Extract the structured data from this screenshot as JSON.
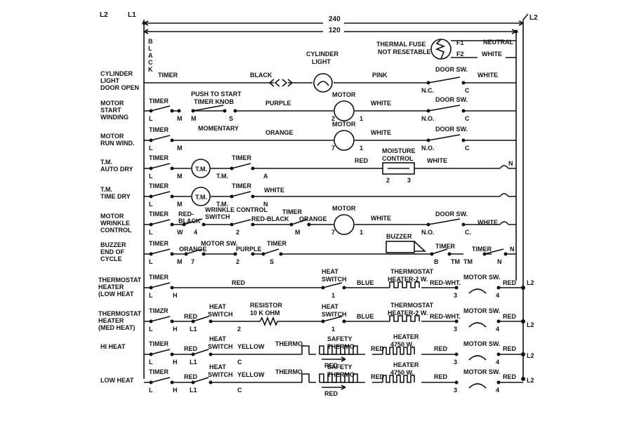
{
  "top": {
    "l2": "L2",
    "l1": "L1",
    "v240": "240",
    "v120": "120",
    "l2_right": "L2",
    "neutral": "NEUTRAL"
  },
  "black_vertical": [
    "B",
    "L",
    "A",
    "C",
    "K"
  ],
  "fuse": {
    "label_line1": "THERMAL FUSE",
    "label_line2": "NOT RESETABLE",
    "f1": "F1",
    "f2": "F2",
    "white": "WHITE"
  },
  "left_labels": [
    [
      "CYLINDER",
      "LIGHT",
      "DOOR OPEN"
    ],
    [
      "MOTOR",
      "START",
      "WINDING"
    ],
    [
      "MOTOR",
      "RUN WIND."
    ],
    [
      "T.M.",
      "AUTO DRY"
    ],
    [
      "T.M.",
      "TIME DRY"
    ],
    [
      "MOTOR",
      "WRINKLE",
      "CONTROL"
    ],
    [
      "BUZZER",
      "END OF",
      "CYCLE"
    ],
    [
      "THERMOSTAT",
      "HEATER",
      "(LOW HEAT"
    ],
    [
      "THERMOSTAT",
      "HEATER",
      "(MED HEAT)"
    ],
    [
      "HI HEAT"
    ],
    [
      "LOW HEAT"
    ]
  ],
  "row1": {
    "timer": "TIMER",
    "black": "BLACK",
    "light": [
      "CYLINDER",
      "LIGHT"
    ],
    "pink": "PINK",
    "door": "DOOR SW.",
    "white": "WHITE",
    "nc": "N.C.",
    "c": "C"
  },
  "row2": {
    "timer": "TIMER",
    "push": [
      "PUSH TO START",
      "TIMER KNOB"
    ],
    "purple": "PURPLE",
    "motor": "MOTOR",
    "white": "WHITE",
    "door": "DOOR SW.",
    "L": "L",
    "M": "M",
    "M2": "M",
    "S": "S",
    "n2": "2",
    "n1": "1",
    "no": "N.O.",
    "c": "C"
  },
  "row3": {
    "timer": "TIMER",
    "mom": "MOMENTARY",
    "orange": "ORANGE",
    "motor": "MOTOR",
    "white": "WHITE",
    "door": "DOOR SW.",
    "L": "L",
    "M": "M",
    "n7": "7",
    "n1": "1",
    "no": "N.O.",
    "c": "C"
  },
  "row4": {
    "timer": "TIMER",
    "timer2": "TIMER",
    "tm": "T.M.",
    "red": "RED",
    "moisture": [
      "MOISTURE",
      "CONTROL"
    ],
    "white": "WHITE",
    "L": "L",
    "M": "M",
    "tm2": "T.M.",
    "A": "A",
    "n2": "2",
    "n3": "3",
    "N": "N"
  },
  "row5": {
    "timer": "TIMER",
    "timer2": "TIMER",
    "tm": "T.M.",
    "white": "WHITE",
    "L": "L",
    "M": "M",
    "tm2": "T.M.",
    "N": "N"
  },
  "row6": {
    "timer": "TIMER",
    "redblack": [
      "RED-",
      "BLACK"
    ],
    "wrinkle": [
      "WRINKLE CONTROL",
      "SWITCH"
    ],
    "timer2": "TIMER",
    "redblack2": "RED-BLACK",
    "orange": "ORANGE",
    "motor": "MOTOR",
    "white": "WHITE",
    "door": "DOOR SW.",
    "white2": "WHITE",
    "L": "L",
    "W": "W",
    "n4": "4",
    "n2": "2",
    "M": "M",
    "n7": "7",
    "n1": "1",
    "no": "N.O.",
    "c": "C."
  },
  "row7": {
    "timer": "TIMER",
    "orange": "ORANGE",
    "motorsw": "MOTOR SW.",
    "purple": "PURPLE",
    "timer2": "TIMER",
    "buzzer": "BUZZER",
    "timer3": "TIMER",
    "timer4": "TIMER",
    "L": "L",
    "M": "M",
    "n7": "7",
    "n2": "2",
    "S": "S",
    "B": "B",
    "TM": "TM",
    "TM2": "TM",
    "N": "N",
    "N2": "N"
  },
  "row8": {
    "timer": "TIMER",
    "red": "RED",
    "heat": [
      "HEAT",
      "SWITCH"
    ],
    "blue": "BLUE",
    "thermo": [
      "THERMOSTAT",
      "HEATER-2 W."
    ],
    "redwht": "RED-WHT.",
    "motorsw": "MOTOR SW.",
    "red2": "RED",
    "L": "L",
    "H": "H",
    "n1": "1",
    "n3": "3",
    "n4": "4",
    "L2": "L2"
  },
  "row9": {
    "timer": "TIMZR",
    "red": "RED",
    "heat": [
      "HEAT",
      "SWITCH"
    ],
    "resistor": [
      "RESISTOR",
      "10 K OHM"
    ],
    "heat2": [
      "HEAT",
      "SWITCH"
    ],
    "blue": "BLUE",
    "thermo": [
      "THERMOSTAT",
      "HEATER-2 W."
    ],
    "redwht": "RED-WHT.",
    "motorsw": "MOTOR SW.",
    "red2": "RED",
    "L": "L",
    "H": "H",
    "L1": "L1",
    "n2": "2",
    "n1": "1",
    "n3": "3",
    "n4": "4",
    "L2": "L2"
  },
  "row10": {
    "timer": "TIMER",
    "red": "RED",
    "heat": [
      "HEAT",
      "SWITCH"
    ],
    "yellow": "YELLOW",
    "thermo": "THERMO.",
    "safety": [
      "SAFETY",
      "THERMO"
    ],
    "red2": "RED",
    "red3": "RED",
    "heater": [
      "HEATER",
      "4750 W."
    ],
    "red4": "RED",
    "motorsw": "MOTOR SW.",
    "red5": "RED",
    "L": "L",
    "H": "H",
    "L1": "L1",
    "C": "C",
    "n3": "3",
    "n4": "4",
    "L2": "L2"
  },
  "row11": {
    "timer": "TIMER",
    "red": "RED",
    "heat": [
      "HEAT",
      "SWITCH"
    ],
    "yellow": "YELLOW",
    "thermo": "THERMO",
    "safety": [
      "SAFETY",
      "THERMO"
    ],
    "red2": "RED",
    "red3": "RED",
    "heater": [
      "HEATER",
      "4750 W."
    ],
    "red4": "RED",
    "motorsw": "MOTOR SW.",
    "red5": "RED",
    "L": "L",
    "H": "H",
    "L1": "L1",
    "C": "C",
    "n3": "3",
    "n4": "4",
    "L2": "L2"
  }
}
